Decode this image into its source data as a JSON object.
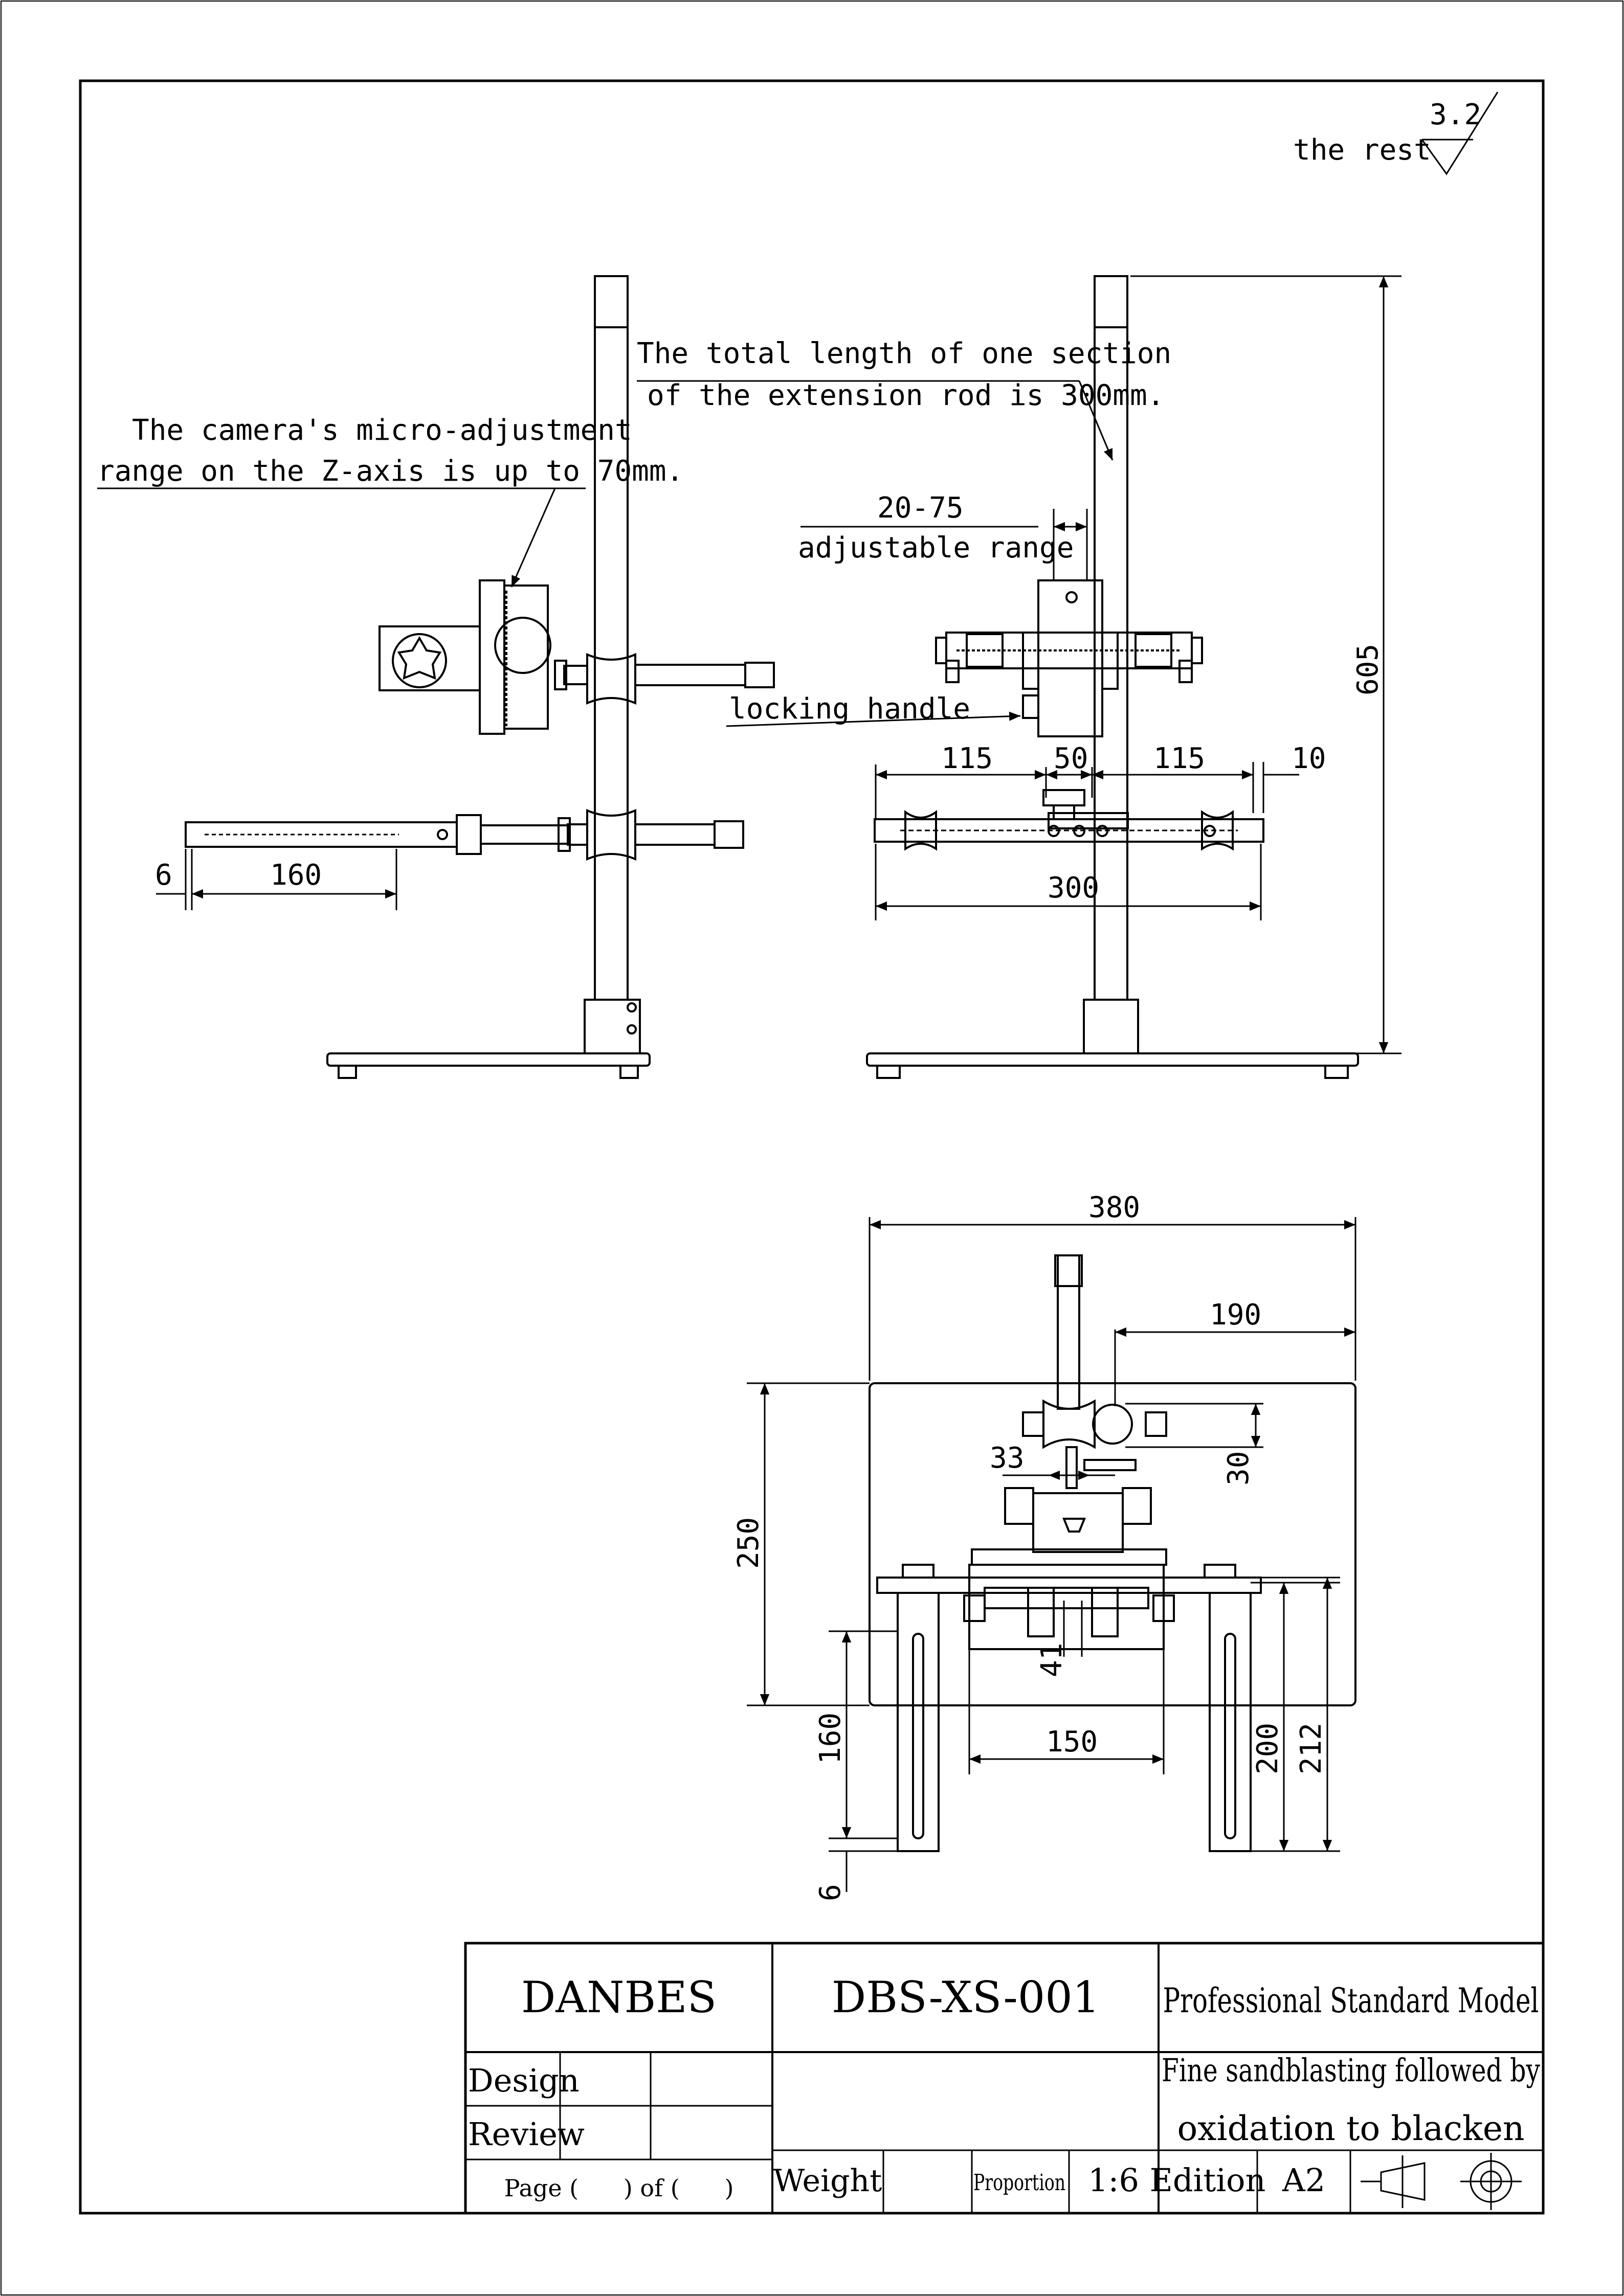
{
  "roughness": {
    "label": "the rest",
    "value": "3.2"
  },
  "notes": {
    "camera_z": [
      "The camera's micro-adjustment",
      "range on the Z-axis is up to 70mm."
    ],
    "extension_rod": [
      "The total length of one section",
      "of the extension rod is 300mm."
    ],
    "adjustable": [
      "20-75",
      "adjustable range"
    ],
    "locking_handle": "locking handle"
  },
  "dimensions": {
    "side_6": "6",
    "side_160": "160",
    "front_115_left": "115",
    "front_50": "50",
    "front_115_right": "115",
    "front_10": "10",
    "front_300": "300",
    "front_605": "605",
    "top_380": "380",
    "top_190": "190",
    "top_250": "250",
    "top_33": "33",
    "top_30": "30",
    "top_41": "41",
    "top_150": "150",
    "top_160": "160",
    "top_6": "6",
    "top_200": "200",
    "top_212": "212"
  },
  "title_block": {
    "company": "DANBES",
    "model_code": "DBS-XS-001",
    "model_name": "Professional Standard Model",
    "finish": [
      "Fine sandblasting followed by",
      "oxidation to blacken"
    ],
    "design_label": "Design",
    "review_label": "Review",
    "page_label": "Page (      ) of (      )",
    "weight_label": "Weight",
    "proportion_label": "Proportion",
    "proportion_value": "1:6",
    "edition_label": "Edition",
    "edition_value": "A2",
    "projection_symbol": "first-angle-projection-icon"
  }
}
